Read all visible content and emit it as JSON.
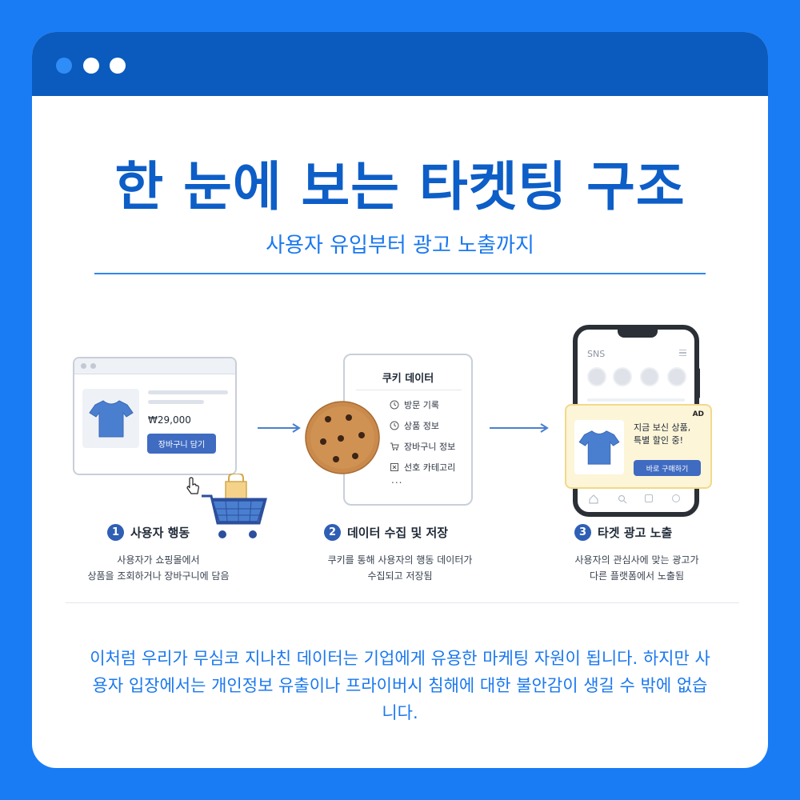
{
  "window": {
    "title": "한 눈에 보는 타켓팅 구조",
    "subtitle": "사용자 유입부터 광고 노출까지"
  },
  "step1": {
    "price": "₩29,000",
    "button_label": "장바구니 담기",
    "number": "1",
    "title": "사용자 행동",
    "desc_line1": "사용자가 쇼핑몰에서",
    "desc_line2": "상품을 조회하거나 장바구니에 담음"
  },
  "step2": {
    "card_title": "쿠키 데이터",
    "items": [
      "방문 기록",
      "상품 정보",
      "장바구니 정보",
      "선호 카테고리"
    ],
    "more": "...",
    "number": "2",
    "title": "데이터 수집 및 저장",
    "desc_line1": "쿠키를 통해 사용자의 행동 데이터가",
    "desc_line2": "수집되고 저장됨"
  },
  "step3": {
    "app_label": "SNS",
    "ad_tag": "AD",
    "ad_line1": "지금 보신 상품,",
    "ad_line2": "특별 할인 중!",
    "ad_button": "바로 구매하기",
    "number": "3",
    "title": "타겟 광고 노출",
    "desc_line1": "사용자의 관심사에 맞는 광고가",
    "desc_line2": "다른 플랫폼에서 노출됨"
  },
  "footer": {
    "text": "이처럼 우리가 무심코 지나친 데이터는 기업에게 유용한 마케팅 자원이 됩니다. 하지만 사용자 입장에서는 개인정보 유출이나 프라이버시 침해에 대한 불안감이 생길 수 밖에 없습니다."
  },
  "colors": {
    "background": "#1a7cf5",
    "titlebar": "#0a5bbd",
    "title": "#0d5ec7",
    "accent": "#1a78ef",
    "button": "#3f6bc1"
  },
  "icons": [
    "tshirt-icon",
    "cursor-icon",
    "basket-icon",
    "arrow-icon",
    "cookie-icon",
    "clock-icon",
    "cart-icon",
    "category-icon",
    "home-icon",
    "search-icon"
  ]
}
